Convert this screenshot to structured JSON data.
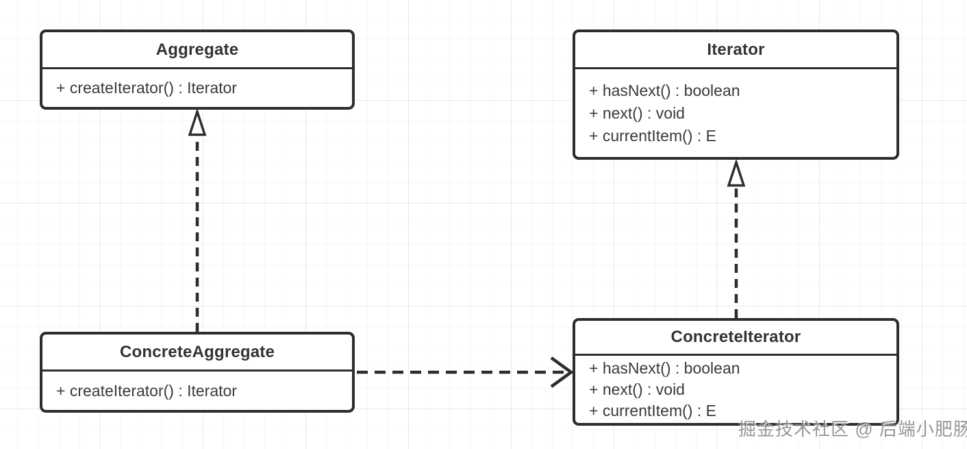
{
  "diagram": {
    "classes": [
      {
        "id": "aggregate",
        "name": "Aggregate",
        "members": [
          "+ createIterator() : Iterator"
        ]
      },
      {
        "id": "iterator",
        "name": "Iterator",
        "members": [
          "+ hasNext() : boolean",
          "+ next() : void",
          "+ currentItem() : E"
        ]
      },
      {
        "id": "concrete-aggregate",
        "name": "ConcreteAggregate",
        "members": [
          "+ createIterator() : Iterator"
        ]
      },
      {
        "id": "concrete-iterator",
        "name": "ConcreteIterator",
        "members": [
          "+ hasNext() : boolean",
          "+ next() : void",
          "+ currentItem() : E"
        ]
      }
    ],
    "relationships": [
      {
        "from": "ConcreteAggregate",
        "to": "Aggregate",
        "type": "realization",
        "line_style": "dashed",
        "arrowhead": "hollow-triangle"
      },
      {
        "from": "ConcreteIterator",
        "to": "Iterator",
        "type": "realization",
        "line_style": "dashed",
        "arrowhead": "hollow-triangle"
      },
      {
        "from": "ConcreteAggregate",
        "to": "ConcreteIterator",
        "type": "dependency",
        "line_style": "dashed",
        "arrowhead": "open"
      }
    ],
    "watermark": "掘金技术社区 @ 后端小肥肠",
    "colors": {
      "background": "#ffffff",
      "grid_line": "#ececec",
      "box_border": "#2d2d2d",
      "title_text": "#333333",
      "member_text": "#3a3a3a",
      "watermark_text": "#9a9a9a"
    }
  }
}
